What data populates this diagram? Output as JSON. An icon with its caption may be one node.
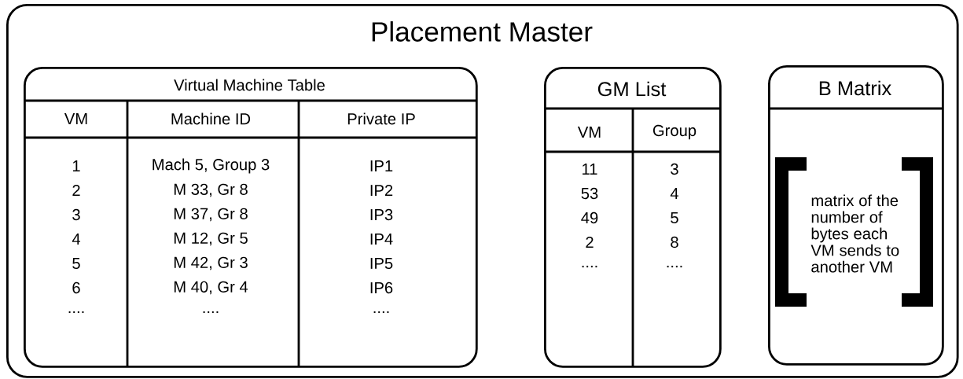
{
  "diagram": {
    "nodes": [
      {
        "text": [
          "Placement Master"
        ]
      },
      {
        "text": [
          "Virtual Machine Table",
          "VM",
          "Machine ID",
          "Private IP",
          "1",
          "Mach 5, Group 3",
          "IP1",
          "2",
          "M 33, Gr 8",
          "IP2",
          "3",
          "M 37, Gr 8",
          "IP3",
          "4",
          "M 12, Gr 5",
          "IP4",
          "5",
          "M 42, Gr 3",
          "IP5",
          "6",
          "M 40, Gr 4",
          "IP6",
          "....",
          "....",
          "...."
        ],
        "in": 0
      },
      {
        "text": [
          "GM List",
          "VM",
          "Group",
          "11",
          "3",
          "53",
          "4",
          "49",
          "5",
          "2",
          "8",
          "....",
          "...."
        ],
        "in": 0
      },
      {
        "text": [
          "B Matrix",
          "matrix of the number of bytes each VM sends to another VM"
        ],
        "in": 0
      }
    ]
  }
}
